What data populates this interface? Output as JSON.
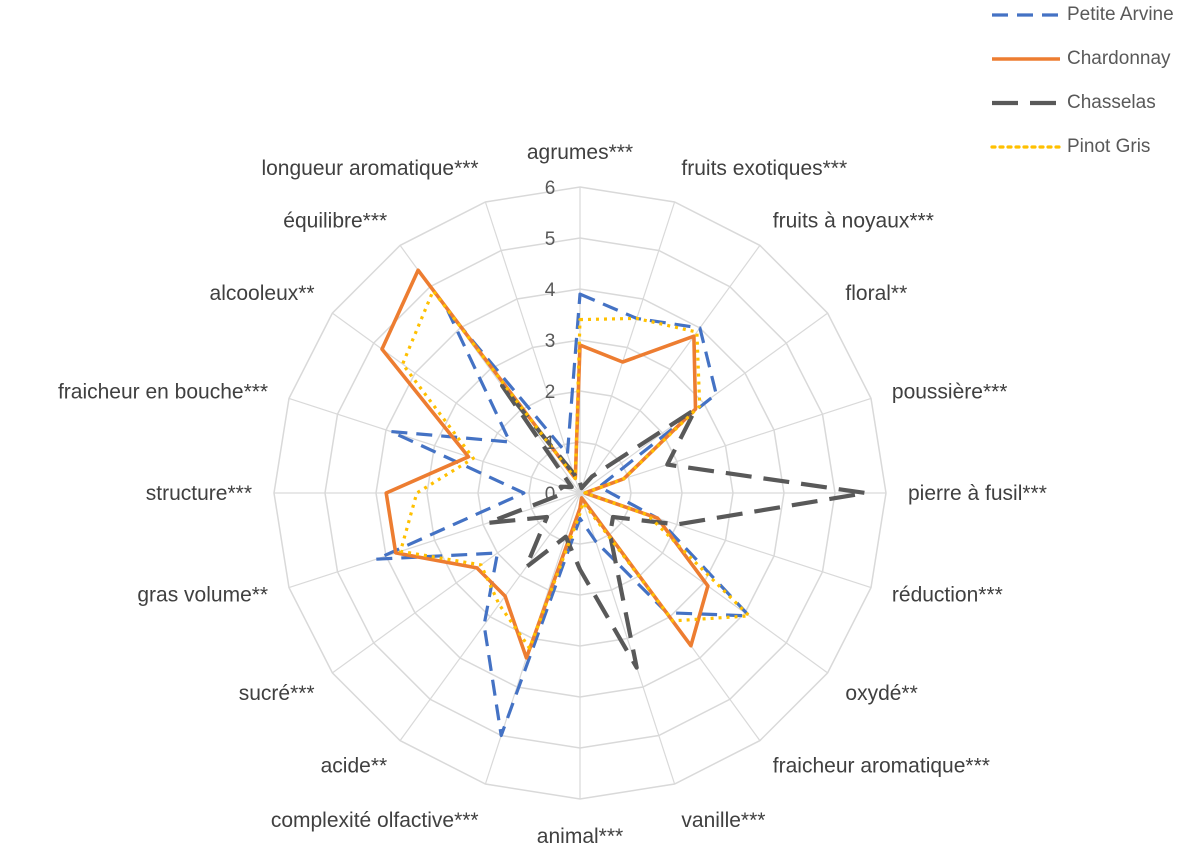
{
  "chart_data": {
    "type": "radar",
    "axes": [
      "agrumes***",
      "fruits exotiques***",
      "fruits à noyaux***",
      "floral**",
      "poussière***",
      "pierre à fusil***",
      "réduction***",
      "oxydé**",
      "fraicheur aromatique***",
      "vanille***",
      "animal***",
      "complexité olfactive***",
      "acide**",
      "sucré***",
      "gras volume**",
      "structure***",
      "fraicheur en bouche***",
      "alcooleux**",
      "équilibre***",
      "longueur aromatique***"
    ],
    "rlim": [
      0,
      6
    ],
    "ticks": [
      "0",
      "1",
      "2",
      "3",
      "4",
      "5",
      "6"
    ],
    "grid": true,
    "legend_position": "top-right",
    "series": [
      {
        "name": "Petite Arvine",
        "color": "#4472C4",
        "dash": "dashed",
        "values": [
          3.9,
          3.6,
          4.0,
          3.3,
          0.4,
          0.6,
          1.6,
          4.1,
          2.9,
          1.0,
          0.5,
          5.0,
          3.2,
          2.0,
          4.2,
          1.1,
          3.9,
          1.7,
          4.4,
          0.8
        ]
      },
      {
        "name": "Chardonnay",
        "color": "#ED7D31",
        "dash": "solid",
        "values": [
          2.9,
          2.7,
          3.8,
          2.8,
          0.9,
          0.1,
          1.6,
          3.1,
          3.7,
          0.1,
          0.3,
          3.4,
          2.5,
          2.5,
          3.8,
          3.8,
          2.3,
          4.8,
          5.4,
          0.3
        ]
      },
      {
        "name": "Chasselas",
        "color": "#595959",
        "dash": "longdash",
        "values": [
          0.2,
          0.1,
          0.4,
          2.8,
          1.8,
          5.6,
          2.0,
          0.8,
          1.0,
          3.6,
          1.5,
          0.9,
          1.8,
          0.8,
          1.9,
          0.3,
          0.4,
          0.2,
          2.6,
          0.4
        ]
      },
      {
        "name": "Pinot Gris",
        "color": "#FFC000",
        "dash": "dotted",
        "values": [
          3.4,
          3.6,
          3.9,
          2.9,
          0.9,
          0.1,
          1.4,
          4.1,
          3.1,
          0.2,
          0.4,
          3.2,
          2.7,
          2.4,
          3.7,
          3.2,
          2.2,
          4.3,
          4.9,
          0.3
        ]
      }
    ]
  }
}
